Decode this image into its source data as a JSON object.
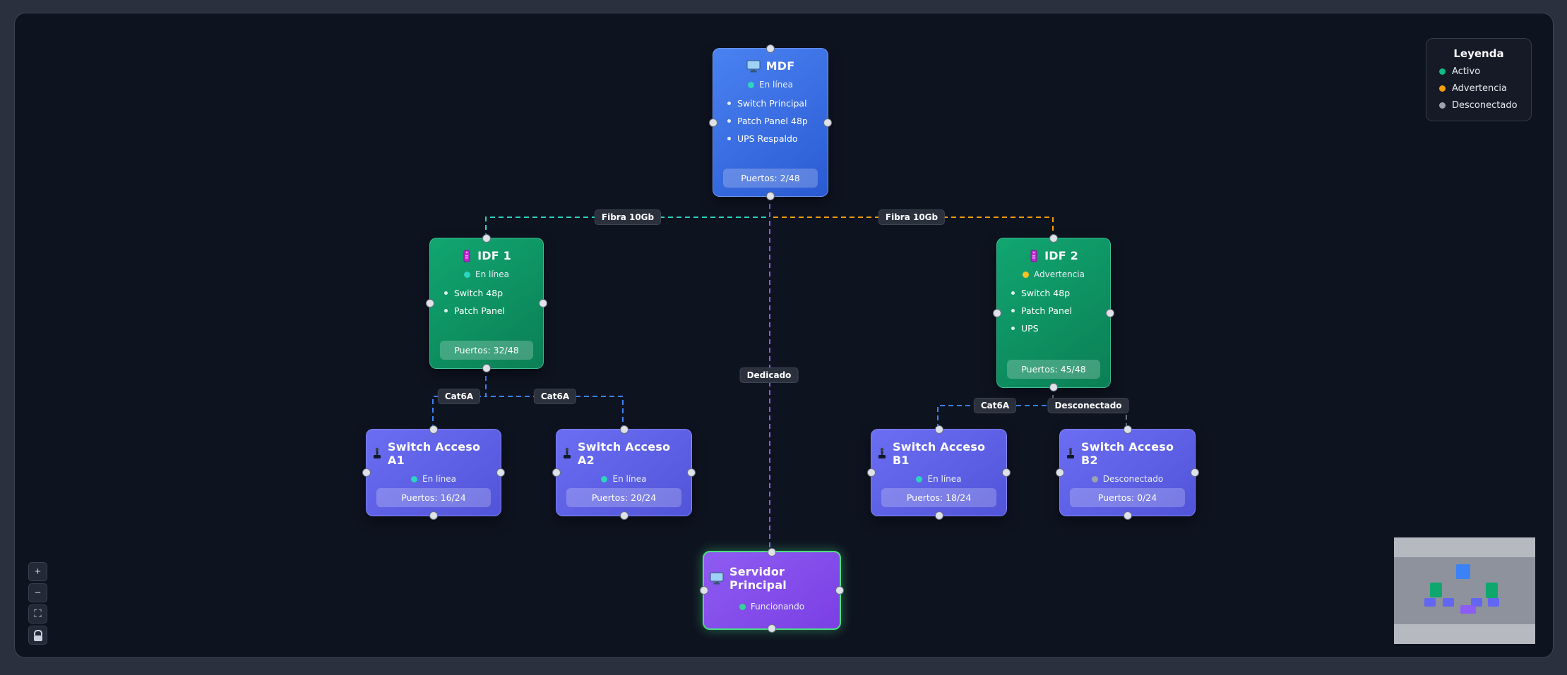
{
  "legend": {
    "title": "Leyenda",
    "items": [
      {
        "label": "Activo",
        "color": "#10b981"
      },
      {
        "label": "Advertencia",
        "color": "#f59e0b"
      },
      {
        "label": "Desconectado",
        "color": "#9ca3af"
      }
    ]
  },
  "controls": {
    "zoom_in": "+",
    "zoom_out": "−",
    "fit_view": "⛶"
  },
  "nodes": {
    "mdf": {
      "icon": "monitor-icon",
      "title": "MDF",
      "status": "En línea",
      "status_color": "#2dd4bf",
      "items": [
        "Switch Principal",
        "Patch Panel 48p",
        "UPS Respaldo"
      ],
      "ports": "Puertos: 2/48"
    },
    "idf1": {
      "icon": "rack-icon",
      "title": "IDF 1",
      "status": "En línea",
      "status_color": "#2dd4bf",
      "items": [
        "Switch 48p",
        "Patch Panel"
      ],
      "ports": "Puertos: 32/48"
    },
    "idf2": {
      "icon": "rack-icon",
      "title": "IDF 2",
      "status": "Advertencia",
      "status_color": "#fbbf24",
      "items": [
        "Switch 48p",
        "Patch Panel",
        "UPS"
      ],
      "ports": "Puertos: 45/48"
    },
    "sw_a1": {
      "icon": "switch-icon",
      "title": "Switch Acceso A1",
      "status": "En línea",
      "status_color": "#2dd4bf",
      "ports": "Puertos: 16/24"
    },
    "sw_a2": {
      "icon": "switch-icon",
      "title": "Switch Acceso A2",
      "status": "En línea",
      "status_color": "#2dd4bf",
      "ports": "Puertos: 20/24"
    },
    "sw_b1": {
      "icon": "switch-icon",
      "title": "Switch Acceso B1",
      "status": "En línea",
      "status_color": "#2dd4bf",
      "ports": "Puertos: 18/24"
    },
    "sw_b2": {
      "icon": "switch-icon",
      "title": "Switch Acceso B2",
      "status": "Desconectado",
      "status_color": "#9ca3af",
      "ports": "Puertos: 0/24"
    },
    "server": {
      "icon": "monitor-icon",
      "title": "Servidor Principal",
      "status": "Funcionando",
      "status_color": "#34d399"
    }
  },
  "edges": {
    "mdf_idf1": {
      "label": "Fibra 10Gb",
      "color": "#2dd4bf"
    },
    "mdf_idf2": {
      "label": "Fibra 10Gb",
      "color": "#f59e0b"
    },
    "mdf_server": {
      "label": "Dedicado",
      "color": "#8b5cf6"
    },
    "idf1_a1": {
      "label": "Cat6A",
      "color": "#3b82f6"
    },
    "idf1_a2": {
      "label": "Cat6A",
      "color": "#3b82f6"
    },
    "idf2_b1": {
      "label": "Cat6A",
      "color": "#3b82f6"
    },
    "idf2_b2": {
      "label": "Desconectado",
      "color": "#6b7280"
    }
  }
}
